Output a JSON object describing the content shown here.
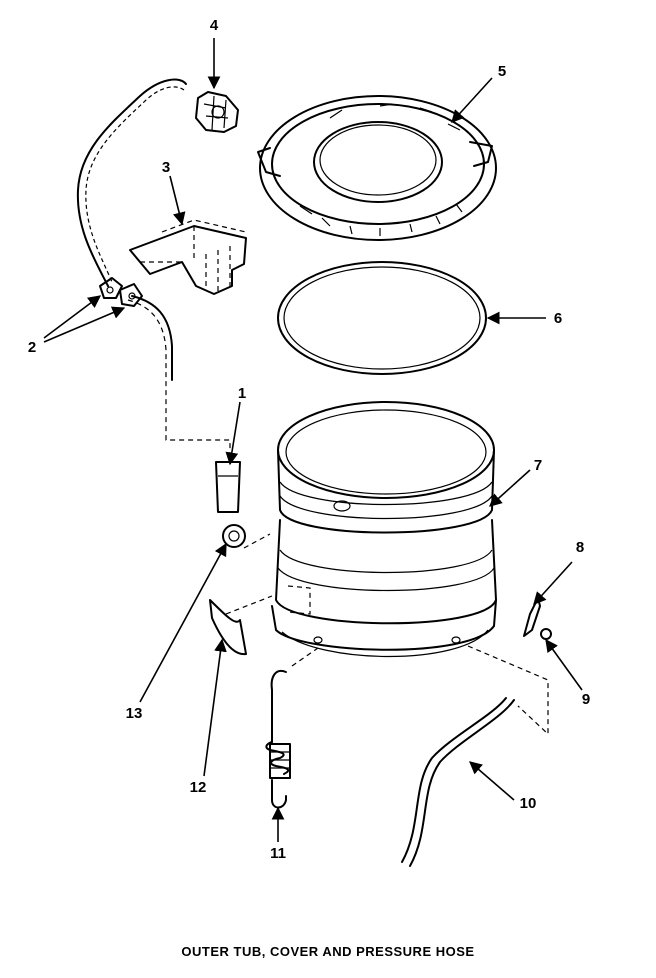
{
  "caption": "OUTER TUB, COVER AND PRESSURE HOSE",
  "callouts": {
    "c1": "1",
    "c2": "2",
    "c3": "3",
    "c4": "4",
    "c5": "5",
    "c6": "6",
    "c7": "7",
    "c8": "8",
    "c9": "9",
    "c10": "10",
    "c11": "11",
    "c12": "12",
    "c13": "13"
  }
}
